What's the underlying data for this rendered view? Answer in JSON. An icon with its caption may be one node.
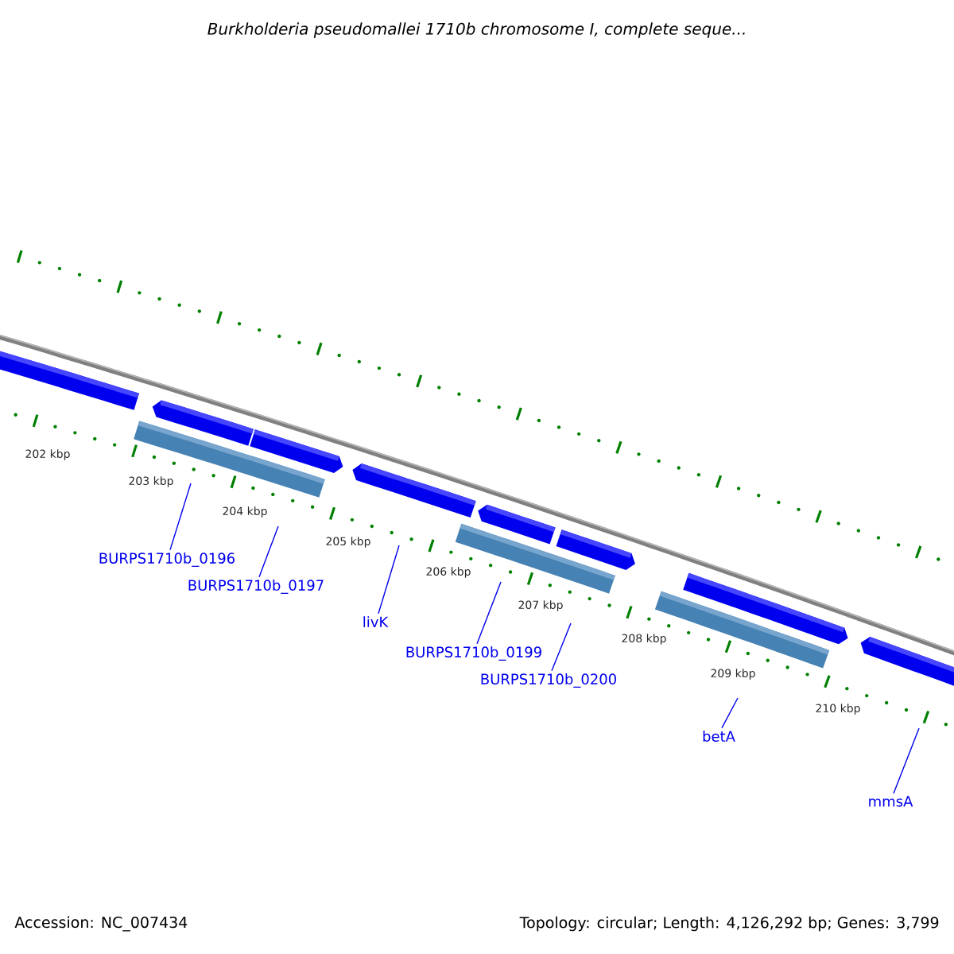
{
  "diagram": {
    "title": "Burkholderia pseudomallei 1710b chromosome I, complete seque...",
    "nodes": [
      {
        "text": [
          "BURPS1710b_0196"
        ]
      },
      {
        "text": [
          "BURPS1710b_0197"
        ]
      },
      {
        "text": [
          "livK"
        ]
      },
      {
        "text": [
          "BURPS1710b_0199"
        ]
      },
      {
        "text": [
          "BURPS1710b_0200"
        ]
      },
      {
        "text": [
          "betA"
        ]
      },
      {
        "text": [
          "mmsA"
        ]
      }
    ],
    "edges": [
      {
        "from": 0,
        "to": null,
        "arrow": "none"
      },
      {
        "from": 1,
        "to": null,
        "arrow": "none"
      },
      {
        "from": 2,
        "to": null,
        "arrow": "none"
      },
      {
        "from": 3,
        "to": null,
        "arrow": "none"
      },
      {
        "from": 4,
        "to": null,
        "arrow": "none"
      },
      {
        "from": 5,
        "to": null,
        "arrow": "none"
      },
      {
        "from": 6,
        "to": null,
        "arrow": "none"
      }
    ],
    "labels": [
      "202 kbp",
      "203 kbp",
      "204 kbp",
      "205 kbp",
      "206 kbp",
      "207 kbp",
      "208 kbp",
      "209 kbp",
      "210 kbp",
      "Accession: NC_007434",
      "Topology: circular; Length: 4,126,292 bp; Genes: 3,799"
    ]
  }
}
